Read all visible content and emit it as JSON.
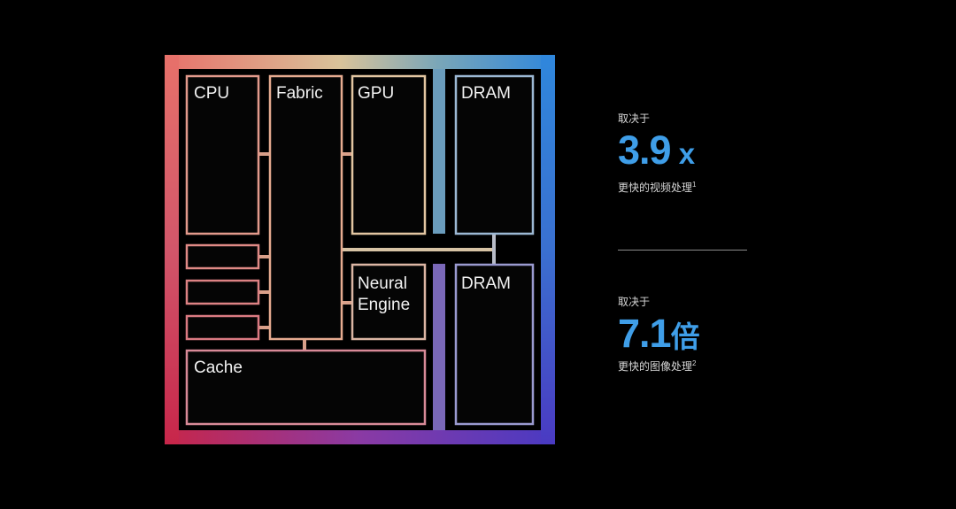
{
  "diagram": {
    "blocks": {
      "cpu": "CPU",
      "fabric": "Fabric",
      "gpu": "GPU",
      "dram_top": "DRAM",
      "dram_bottom": "DRAM",
      "neural_line1": "Neural",
      "neural_line2": "Engine",
      "cache": "Cache"
    },
    "colors": {
      "frame_top_left": "#e7716a",
      "frame_top_mid": "#d9c39a",
      "frame_top_right": "#2f87dc",
      "frame_bottom_left": "#c7264a",
      "frame_bottom_mid": "#8a3aa4",
      "frame_bottom_right": "#4a3ac2"
    }
  },
  "stats": [
    {
      "prefix": "取决于",
      "value": "3.9",
      "unit": " x",
      "desc": "更快的视频处理",
      "footnote": "1"
    },
    {
      "prefix": "取决于",
      "value": "7.1",
      "unit": "倍",
      "desc": "更快的图像处理",
      "footnote": "2"
    }
  ]
}
